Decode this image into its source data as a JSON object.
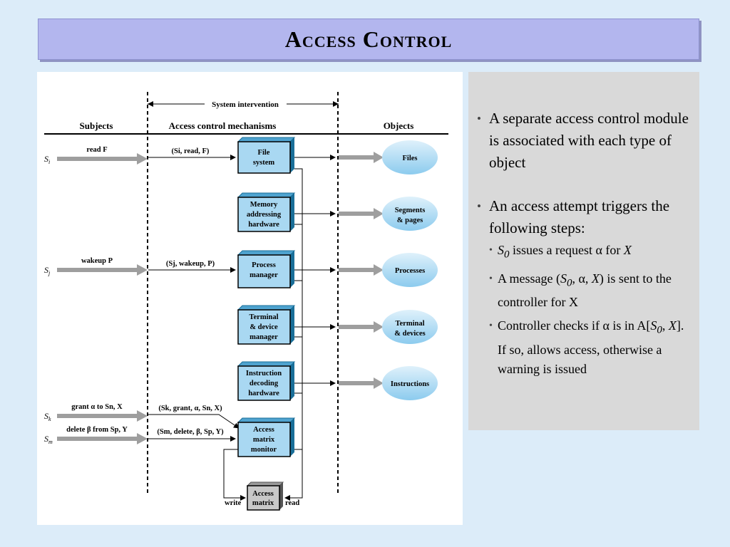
{
  "slide": {
    "title": "Access Control"
  },
  "figure": {
    "intervention_label": "System intervention",
    "headers": {
      "subjects": "Subjects",
      "mechanisms": "Access control mechanisms",
      "objects": "Objects"
    },
    "subjects": [
      {
        "name": "S",
        "sub": "i",
        "request": "read F",
        "message": "(Si, read, F)"
      },
      {
        "name": "S",
        "sub": "j",
        "request": "wakeup P",
        "message": "(Sj, wakeup, P)"
      },
      {
        "name": "S",
        "sub": "k",
        "request": "grant α to Sn, X",
        "message": "(Sk, grant, α, Sn, X)"
      },
      {
        "name": "S",
        "sub": "m",
        "request": "delete β from Sp, Y",
        "message": "(Sm, delete, β, Sp, Y)"
      }
    ],
    "mechanisms": [
      [
        "File",
        "system"
      ],
      [
        "Memory",
        "addressing",
        "hardware"
      ],
      [
        "Process",
        "manager"
      ],
      [
        "Terminal",
        "& device",
        "manager"
      ],
      [
        "Instruction",
        "decoding",
        "hardware"
      ],
      [
        "Access",
        "matrix",
        "monitor"
      ],
      [
        "Access",
        "matrix"
      ]
    ],
    "objects": [
      [
        "Files"
      ],
      [
        "Segments",
        "& pages"
      ],
      [
        "Processes"
      ],
      [
        "Terminal",
        "& devices"
      ],
      [
        "Instructions"
      ]
    ],
    "write_label": "write",
    "read_label": "read"
  },
  "bullets": {
    "b1": "A separate access control module is associated with each type of object",
    "b2": "An access attempt triggers the following steps:",
    "s1_s": "S",
    "s1_sub": "0",
    "s1_rest": " issues a request α for ",
    "s1_x": "X",
    "s2_pre": "A message (",
    "s2_s": "S",
    "s2_sub": "0",
    "s2_mid": ", α, ",
    "s2_x": "X",
    "s2_post": ") is sent to the controller for X",
    "s3_pre": "Controller checks if α is in A[",
    "s3_s": "S",
    "s3_sub": "0",
    "s3_mid": ", ",
    "s3_x": "X",
    "s3_post": "]. If so, allows access, otherwise a warning is issued"
  },
  "colors": {
    "title_bg": "#b3b6ee",
    "page_bg": "#dcecf9",
    "box_front": "#a9d8f2",
    "box_side": "#1a6f99",
    "object_fill": "#bfe3f7",
    "arrow_gray": "#9e9e9e"
  }
}
